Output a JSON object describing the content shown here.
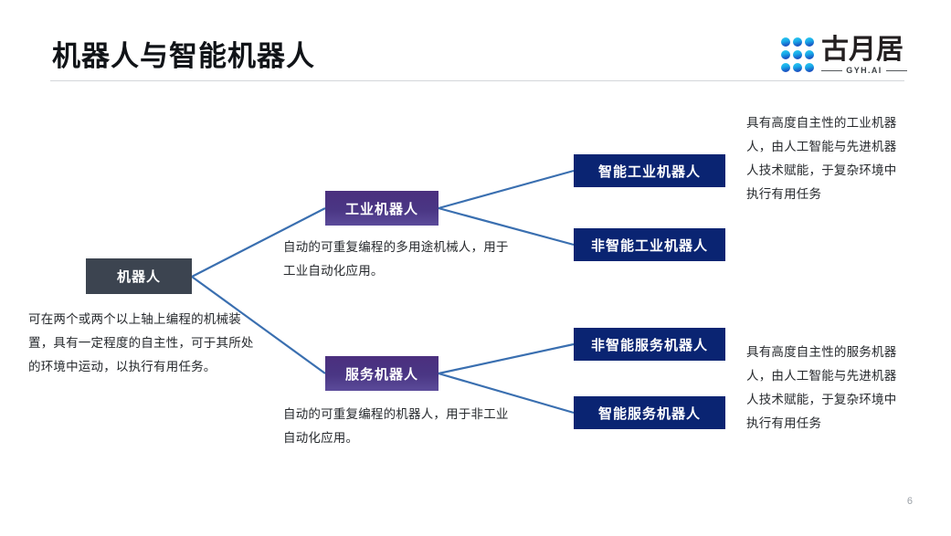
{
  "slide": {
    "title": "机器人与智能机器人",
    "page_number": "6",
    "background_color": "#ffffff"
  },
  "logo": {
    "name_zh": "古月居",
    "name_en": "GYH.AI",
    "icon": "node-graph-g-icon",
    "color_cyan": "#22c3ee",
    "color_blue": "#1856c4",
    "text_color": "#231f20"
  },
  "diagram": {
    "type": "tree",
    "colors": {
      "root_node": "#3c4450",
      "mid_node": "#4a3684",
      "leaf_node": "#0a2472",
      "connector": "#3a6fb0",
      "text_body": "#26292d"
    },
    "root": {
      "label": "机器人",
      "description": "可在两个或两个以上轴上编程的机械装置，具有一定程度的自主性，可于其所处的环境中运动，以执行有用任务。"
    },
    "branches": [
      {
        "label": "工业机器人",
        "description": "自动的可重复编程的多用途机械人，用于工业自动化应用。",
        "children": [
          {
            "label": "智能工业机器人"
          },
          {
            "label": "非智能工业机器人"
          }
        ],
        "note": "具有高度自主性的工业机器人，由人工智能与先进机器人技术赋能，于复杂环境中执行有用任务"
      },
      {
        "label": "服务机器人",
        "description": "自动的可重复编程的机器人，用于非工业自动化应用。",
        "children": [
          {
            "label": "非智能服务机器人"
          },
          {
            "label": "智能服务机器人"
          }
        ],
        "note": "具有高度自主性的服务机器人，由人工智能与先进机器人技术赋能，于复杂环境中执行有用任务"
      }
    ]
  }
}
